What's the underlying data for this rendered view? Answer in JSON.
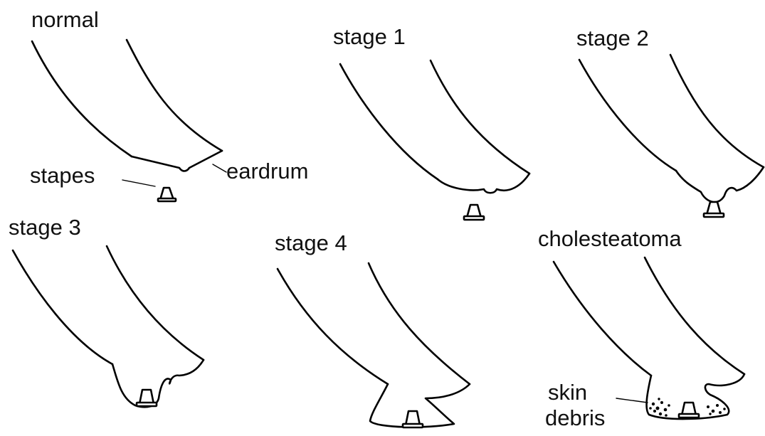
{
  "panels": {
    "normal": {
      "title": "normal"
    },
    "stage1": {
      "title": "stage 1"
    },
    "stage2": {
      "title": "stage 2"
    },
    "stage3": {
      "title": "stage 3"
    },
    "stage4": {
      "title": "stage 4"
    },
    "cholesteatoma": {
      "title": "cholesteatoma"
    }
  },
  "annotations": {
    "stapes": "stapes",
    "eardrum": "eardrum",
    "skin": "skin",
    "debris": "debris"
  },
  "colors": {
    "ink": "#000000",
    "background": "#ffffff"
  }
}
